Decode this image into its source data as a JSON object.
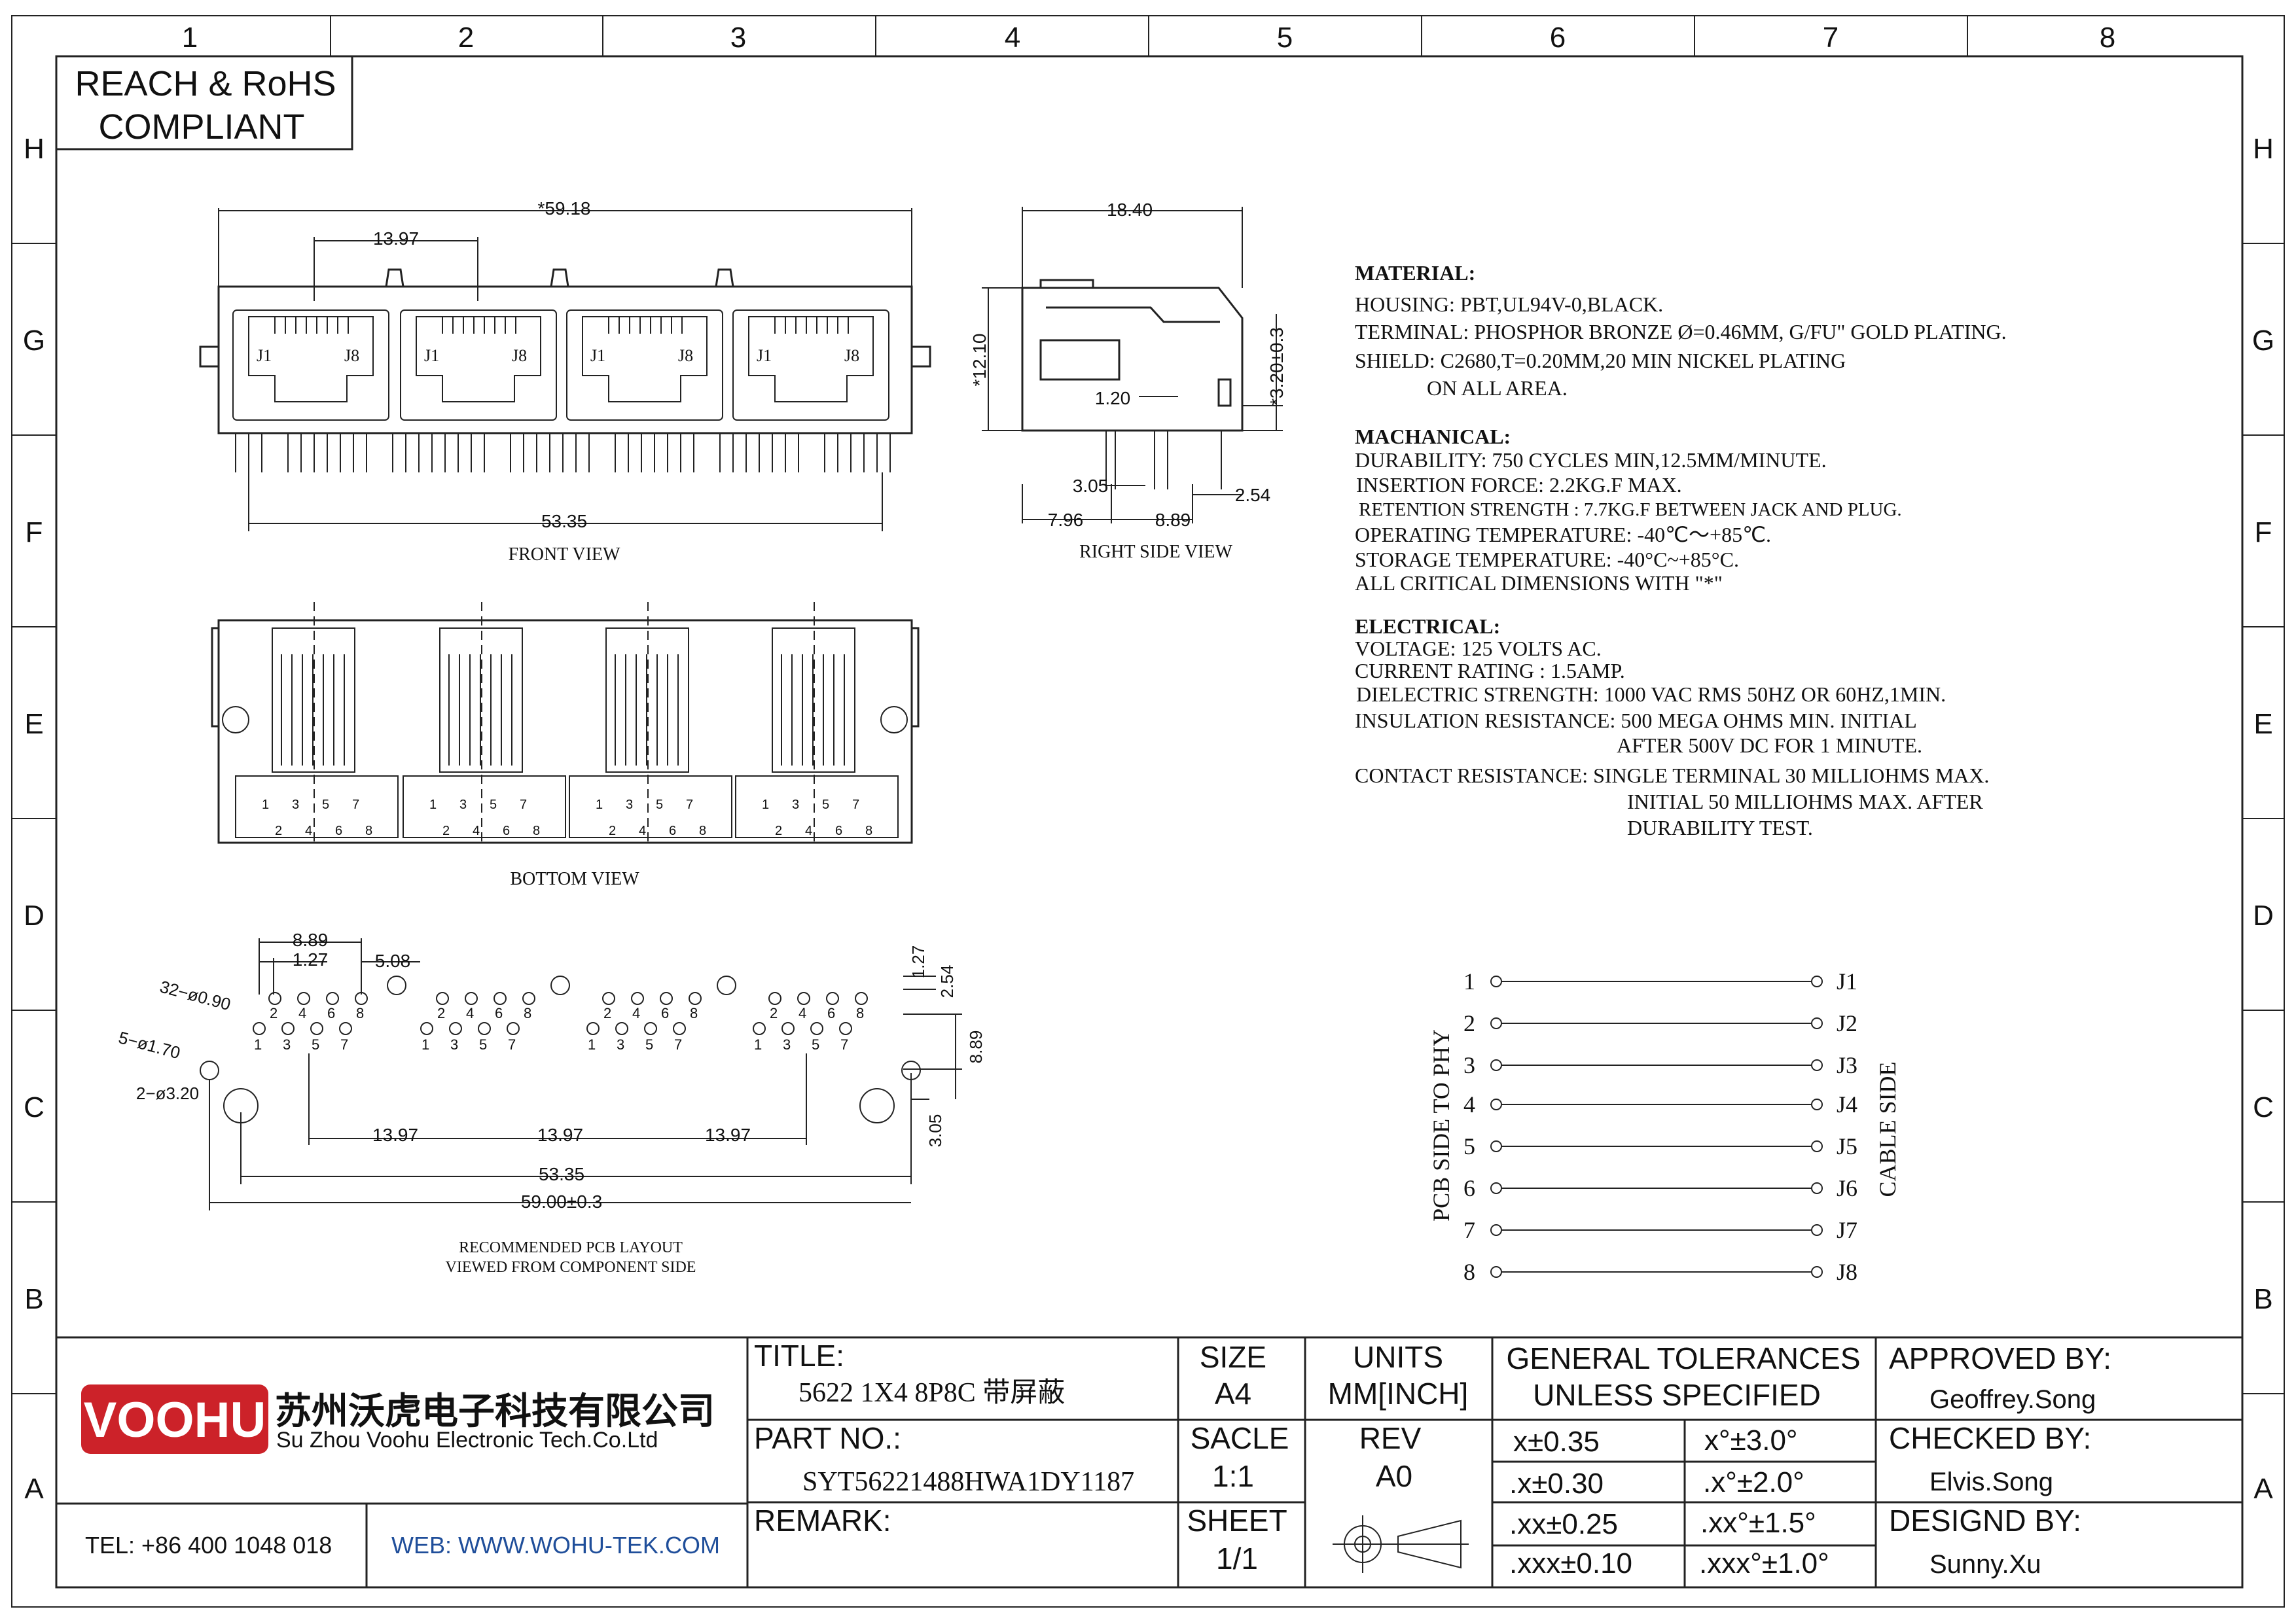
{
  "grid": {
    "columns": [
      "1",
      "2",
      "3",
      "4",
      "5",
      "6",
      "7",
      "8"
    ],
    "rows": [
      "H",
      "G",
      "F",
      "E",
      "D",
      "C",
      "B",
      "A"
    ]
  },
  "compliance": {
    "line1": "REACH & RoHS",
    "line2": "COMPLIANT"
  },
  "views": {
    "front": "FRONT VIEW",
    "right": "RIGHT SIDE VIEW",
    "bottom": "BOTTOM VIEW",
    "pcb_line1": "RECOMMENDED PCB LAYOUT",
    "pcb_line2": "VIEWED FROM COMPONENT SIDE"
  },
  "front_dims": {
    "overall": "*59.18",
    "pitch": "13.97",
    "pins": "53.35",
    "j1": "J1",
    "j8": "J8"
  },
  "side_dims": {
    "depth": "18.40",
    "height": "*12.10",
    "offset": "*3.20±0.3",
    "tab": "1.20",
    "d305": "3.05",
    "d254": "2.54",
    "d796": "7.96",
    "d889": "8.89"
  },
  "bottom_pins": {
    "top": [
      "1",
      "3",
      "5",
      "7"
    ],
    "bottom": [
      "2",
      "4",
      "6",
      "8"
    ]
  },
  "pcb_dims": {
    "d889": "8.89",
    "d127": "1.27",
    "d508": "5.08",
    "hole32": "32−ø0.90",
    "hole5": "5−ø1.70",
    "hole2": "2−ø3.20",
    "pitch": "13.97",
    "span": "53.35",
    "overall": "59.00±0.3",
    "r127": "1.27",
    "r254": "2.54",
    "r889": "8.89",
    "r305": "3.05",
    "top_pins": [
      "2",
      "4",
      "6",
      "8"
    ],
    "bot_pins": [
      "1",
      "3",
      "5",
      "7"
    ]
  },
  "specs": {
    "material_h": "MATERIAL:",
    "housing": "HOUSING: PBT,UL94V-0,BLACK.",
    "terminal": "TERMINAL: PHOSPHOR BRONZE Ø=0.46MM, G/FU\" GOLD PLATING.",
    "shield1": "SHIELD: C2680,T=0.20MM,20 MIN NICKEL PLATING",
    "shield2": "ON ALL AREA.",
    "mech_h": "MACHANICAL:",
    "durability": "DURABILITY: 750 CYCLES MIN,12.5MM/MINUTE.",
    "insertion": "INSERTION FORCE: 2.2KG.F MAX.",
    "retention": "RETENTION STRENGTH : 7.7KG.F BETWEEN JACK AND PLUG.",
    "op_temp": "OPERATING TEMPERATURE: -40℃～+85℃.",
    "st_temp": "STORAGE TEMPERATURE: -40°C~+85°C.",
    "critical": "ALL CRITICAL DIMENSIONS WITH \"*\"",
    "elec_h": "ELECTRICAL:",
    "voltage": "VOLTAGE: 125 VOLTS AC.",
    "current": "CURRENT RATING : 1.5AMP.",
    "dielectric": "DIELECTRIC STRENGTH: 1000 VAC RMS 50HZ OR 60HZ,1MIN.",
    "insulation1": "INSULATION RESISTANCE: 500 MEGA OHMS MIN. INITIAL",
    "insulation2": "AFTER 500V DC FOR 1 MINUTE.",
    "contact1": "CONTACT RESISTANCE: SINGLE TERMINAL 30 MILLIOHMS MAX.",
    "contact2": "INITIAL 50 MILLIOHMS MAX. AFTER",
    "contact3": "DURABILITY TEST."
  },
  "wiring": {
    "left_label": "PCB SIDE TO PHY",
    "right_label": "CABLE SIDE",
    "left": [
      "1",
      "2",
      "3",
      "4",
      "5",
      "6",
      "7",
      "8"
    ],
    "right": [
      "J1",
      "J2",
      "J3",
      "J4",
      "J5",
      "J6",
      "J7",
      "J8"
    ]
  },
  "title_block": {
    "logo": "VOOHU",
    "company_cn": "苏州沃虎电子科技有限公司",
    "company_en": "Su Zhou Voohu Electronic Tech.Co.Ltd",
    "tel": "TEL: +86 400 1048 018",
    "web": "WEB: WWW.WOHU-TEK.COM",
    "title_label": "TITLE:",
    "title_value": "5622 1X4 8P8C 带屏蔽",
    "part_label": "PART NO.:",
    "part_value": "SYT56221488HWA1DY1187",
    "remark_label": "REMARK:",
    "size_label": "SIZE",
    "size_value": "A4",
    "units_label": "UNITS",
    "units_value": "MM[INCH]",
    "scale_label": "SACLE",
    "scale_value": "1:1",
    "rev_label": "REV",
    "rev_value": "A0",
    "sheet_label": "SHEET",
    "sheet_value": "1/1",
    "tol_h1": "GENERAL TOLERANCES",
    "tol_h2": "UNLESS SPECIFIED",
    "tol": [
      "x±0.35",
      "x°±3.0°",
      ".x±0.30",
      ".x°±2.0°",
      ".xx±0.25",
      ".xx°±1.5°",
      ".xxx±0.10",
      ".xxx°±1.0°"
    ],
    "approved_label": "APPROVED BY:",
    "approved": "Geoffrey.Song",
    "checked_label": "CHECKED BY:",
    "checked": "Elvis.Song",
    "design_label": "DESIGND BY:",
    "designer": "Sunny.Xu"
  },
  "colors": {
    "logo_red": "#cc2229",
    "web_blue": "#1f4e9a",
    "ink": "#111111"
  }
}
